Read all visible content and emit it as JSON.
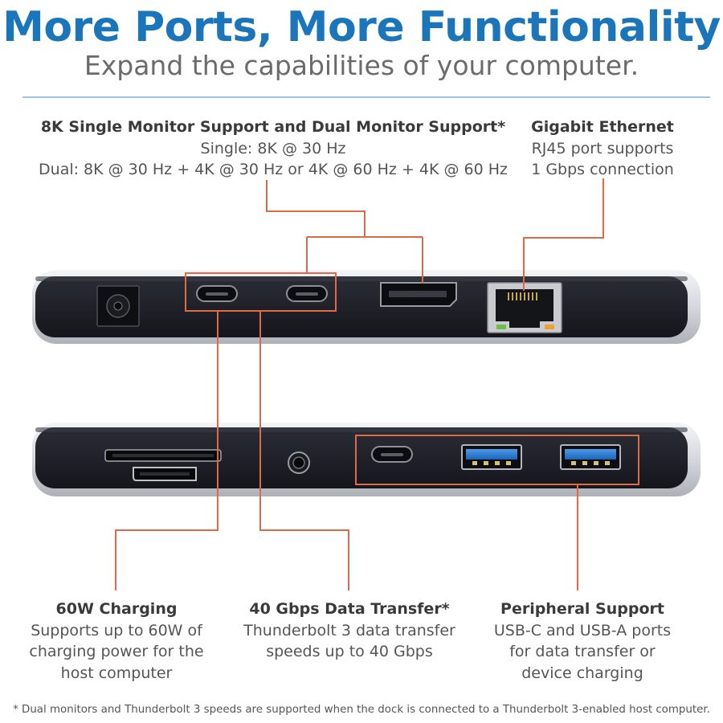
{
  "header": {
    "title": "More Ports, More Functionality",
    "subtitle": "Expand the capabilities of your computer."
  },
  "callouts": {
    "monitor": {
      "heading": "8K Single Monitor Support and Dual Monitor Support*",
      "lines": [
        "Single: 8K @ 30 Hz",
        "Dual: 8K @ 30 Hz + 4K @ 30 Hz or 4K @ 60 Hz + 4K @ 60 Hz"
      ]
    },
    "ethernet": {
      "heading": "Gigabit Ethernet",
      "lines": [
        "RJ45 port supports",
        "1 Gbps connection"
      ]
    },
    "charging": {
      "heading": "60W Charging",
      "lines": [
        "Supports up to 60W of",
        "charging power for the",
        "host computer"
      ]
    },
    "data": {
      "heading": "40 Gbps Data Transfer*",
      "lines": [
        "Thunderbolt 3 data transfer",
        "speeds up to 40 Gbps"
      ]
    },
    "peripheral": {
      "heading": "Peripheral Support",
      "lines": [
        "USB-C and USB-A ports",
        "for data transfer or",
        "device charging"
      ]
    }
  },
  "footnote": "* Dual monitors and Thunderbolt 3 speeds are supported when the dock is connected to a Thunderbolt 3-enabled host computer.",
  "colors": {
    "title": "#1a75bb",
    "callout_line": "#e06a47",
    "dock_body": "#1f2028",
    "usb_a_blue": "#2f7fd0"
  },
  "icons": {
    "dc_in": "dc-power-jack-icon",
    "thunderbolt": "usb-c-port-icon",
    "displayport": "displayport-icon",
    "ethernet": "rj45-port-icon",
    "sd": "sd-card-slot-icon",
    "micro_sd": "micro-sd-slot-icon",
    "audio": "audio-jack-icon",
    "usb_a": "usb-a-port-icon"
  }
}
